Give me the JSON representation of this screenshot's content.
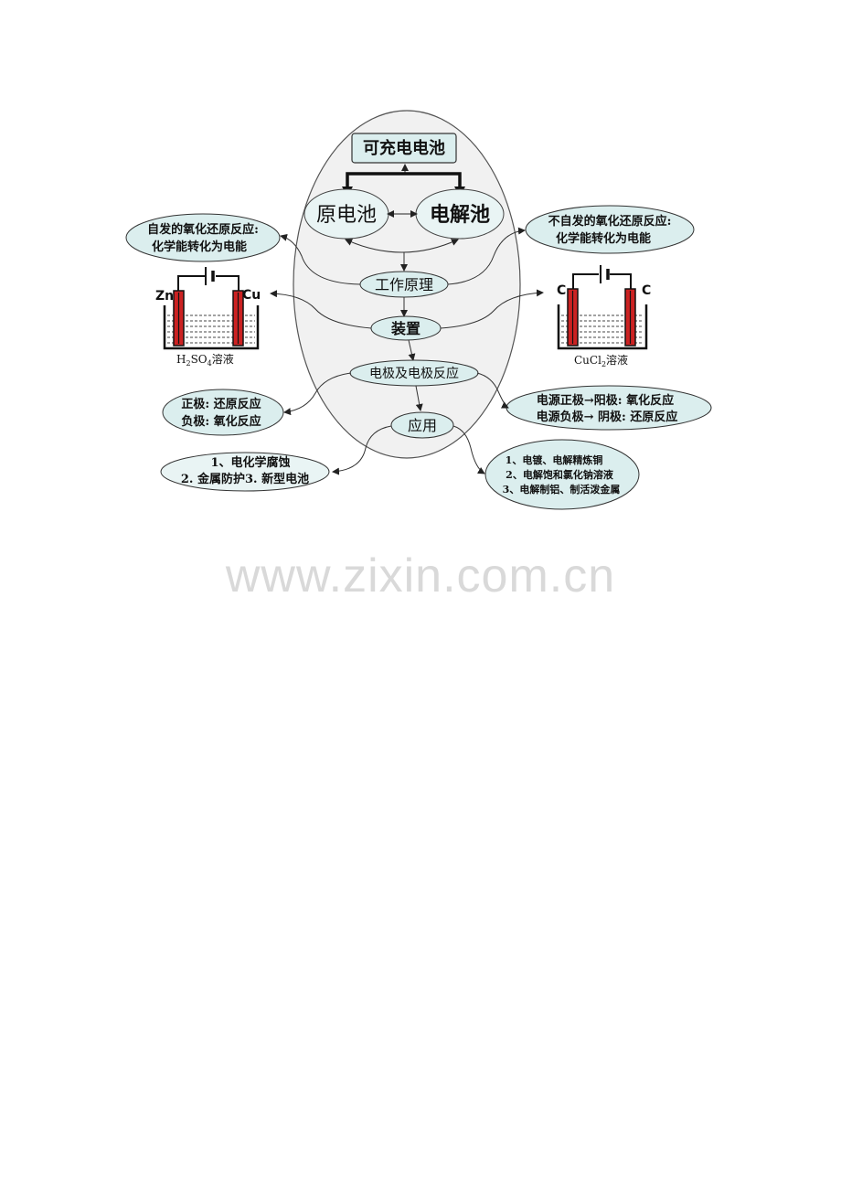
{
  "top_box": "可充电电池",
  "galvanic": "原电池",
  "electrolytic": "电解池",
  "center_nodes": {
    "principle": "工作原理",
    "device": "装置",
    "electrode": "电极及电极反应",
    "application": "应用"
  },
  "left": {
    "principle_lines": [
      "自发的氧化还原反应:",
      "化学能转化为电能"
    ],
    "cell": {
      "left_electrode": "Zn",
      "right_electrode": "Cu",
      "solution_main": "H",
      "solution_sub1": "2",
      "solution_mid": "SO",
      "solution_sub2": "4",
      "solution_tail": "溶液"
    },
    "electrode_lines": [
      "正极: 还原反应",
      "负极: 氧化反应"
    ],
    "application_lines": [
      "1、电化学腐蚀",
      "2. 金属防护3. 新型电池"
    ]
  },
  "right": {
    "principle_lines": [
      "不自发的氧化还原反应:",
      "化学能转化为电能"
    ],
    "cell": {
      "left_electrode": "C",
      "right_electrode": "C",
      "solution_main": "CuCl",
      "solution_sub1": "2",
      "solution_tail": "溶液"
    },
    "electrode_lines": [
      "电源正极→阳极: 氧化反应",
      "电源负极→ 阴极: 还原反应"
    ],
    "application_lines": [
      "1、电镀、电解精炼铜",
      "2、电解饱和氯化钠溶液",
      "3、电解制铝、制活泼金属"
    ]
  },
  "watermark": "www.zixin.com.cn",
  "colors": {
    "bubble_fill": "#dbeeee",
    "electrode_red": "#cc2222",
    "outline": "#333333"
  }
}
